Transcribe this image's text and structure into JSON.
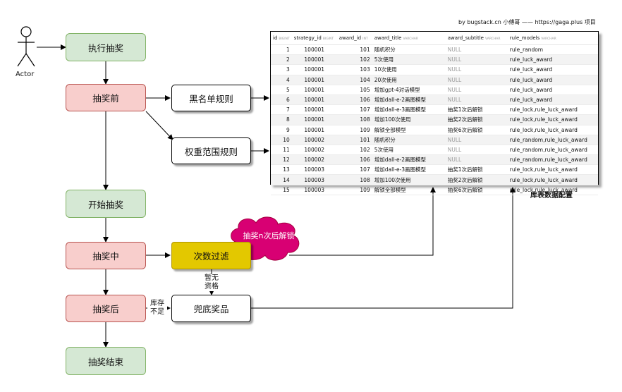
{
  "credit": "by bugstack.cn 小傅哥 —— https://gaga.plus 项目",
  "actor": {
    "label": "Actor"
  },
  "flow": {
    "execute": "执行抽奖",
    "before": "抽奖前",
    "start": "开始抽奖",
    "during": "抽奖中",
    "after": "抽奖后",
    "end": "抽奖结束"
  },
  "rules": {
    "blacklist": "黑名单规则",
    "weight_range": "权重范围规则",
    "count_filter": "次数过滤",
    "fallback_award": "兜底奖品"
  },
  "cloud": "抽奖n次后解锁",
  "edge_labels": {
    "no_qualification": "暂无\n资格",
    "out_of_stock": "库存\n不足"
  },
  "table": {
    "caption": "库表数据配置",
    "columns": [
      {
        "name": "id",
        "type": "BIGINT"
      },
      {
        "name": "strategy_id",
        "type": "BIGINT"
      },
      {
        "name": "award_id",
        "type": "INT"
      },
      {
        "name": "award_title",
        "type": "VARCHAR"
      },
      {
        "name": "award_subtitle",
        "type": "VARCHAR"
      },
      {
        "name": "rule_models",
        "type": "VARCHAR"
      }
    ],
    "rows": [
      [
        "1",
        "100001",
        "101",
        "随机积分",
        "NULL",
        "rule_random"
      ],
      [
        "2",
        "100001",
        "102",
        "5次使用",
        "NULL",
        "rule_luck_award"
      ],
      [
        "3",
        "100001",
        "103",
        "10次使用",
        "NULL",
        "rule_luck_award"
      ],
      [
        "4",
        "100001",
        "104",
        "20次使用",
        "NULL",
        "rule_luck_award"
      ],
      [
        "5",
        "100001",
        "105",
        "增加gpt-4对话模型",
        "NULL",
        "rule_luck_award"
      ],
      [
        "6",
        "100001",
        "106",
        "增加dall-e-2画图模型",
        "NULL",
        "rule_luck_award"
      ],
      [
        "7",
        "100001",
        "107",
        "增加dall-e-3画图模型",
        "抽奖1次后解锁",
        "rule_lock,rule_luck_award"
      ],
      [
        "8",
        "100001",
        "108",
        "增加100次使用",
        "抽奖2次后解锁",
        "rule_lock,rule_luck_award"
      ],
      [
        "9",
        "100001",
        "109",
        "解锁全部模型",
        "抽奖6次后解锁",
        "rule_lock,rule_luck_award"
      ],
      [
        "10",
        "100002",
        "101",
        "随机积分",
        "NULL",
        "rule_random,rule_luck_award"
      ],
      [
        "11",
        "100002",
        "102",
        "5次使用",
        "NULL",
        "rule_random,rule_luck_award"
      ],
      [
        "12",
        "100002",
        "106",
        "增加dall-e-2画图模型",
        "NULL",
        "rule_random,rule_luck_award"
      ],
      [
        "13",
        "100003",
        "107",
        "增加dall-e-3画图模型",
        "抽奖1次后解锁",
        "rule_lock,rule_luck_award"
      ],
      [
        "14",
        "100003",
        "108",
        "增加100次使用",
        "抽奖2次后解锁",
        "rule_lock,rule_luck_award"
      ],
      [
        "15",
        "100003",
        "109",
        "解锁全部模型",
        "抽奖6次后解锁",
        "rule_lock,rule_luck_award"
      ]
    ]
  },
  "colors": {
    "stage_fill": "#d5e8d4",
    "stage_border": "#82b366",
    "phase_fill": "#f8cecc",
    "phase_border": "#b85450",
    "filter_fill": "#e3c800",
    "cloud_fill": "#d80073"
  }
}
